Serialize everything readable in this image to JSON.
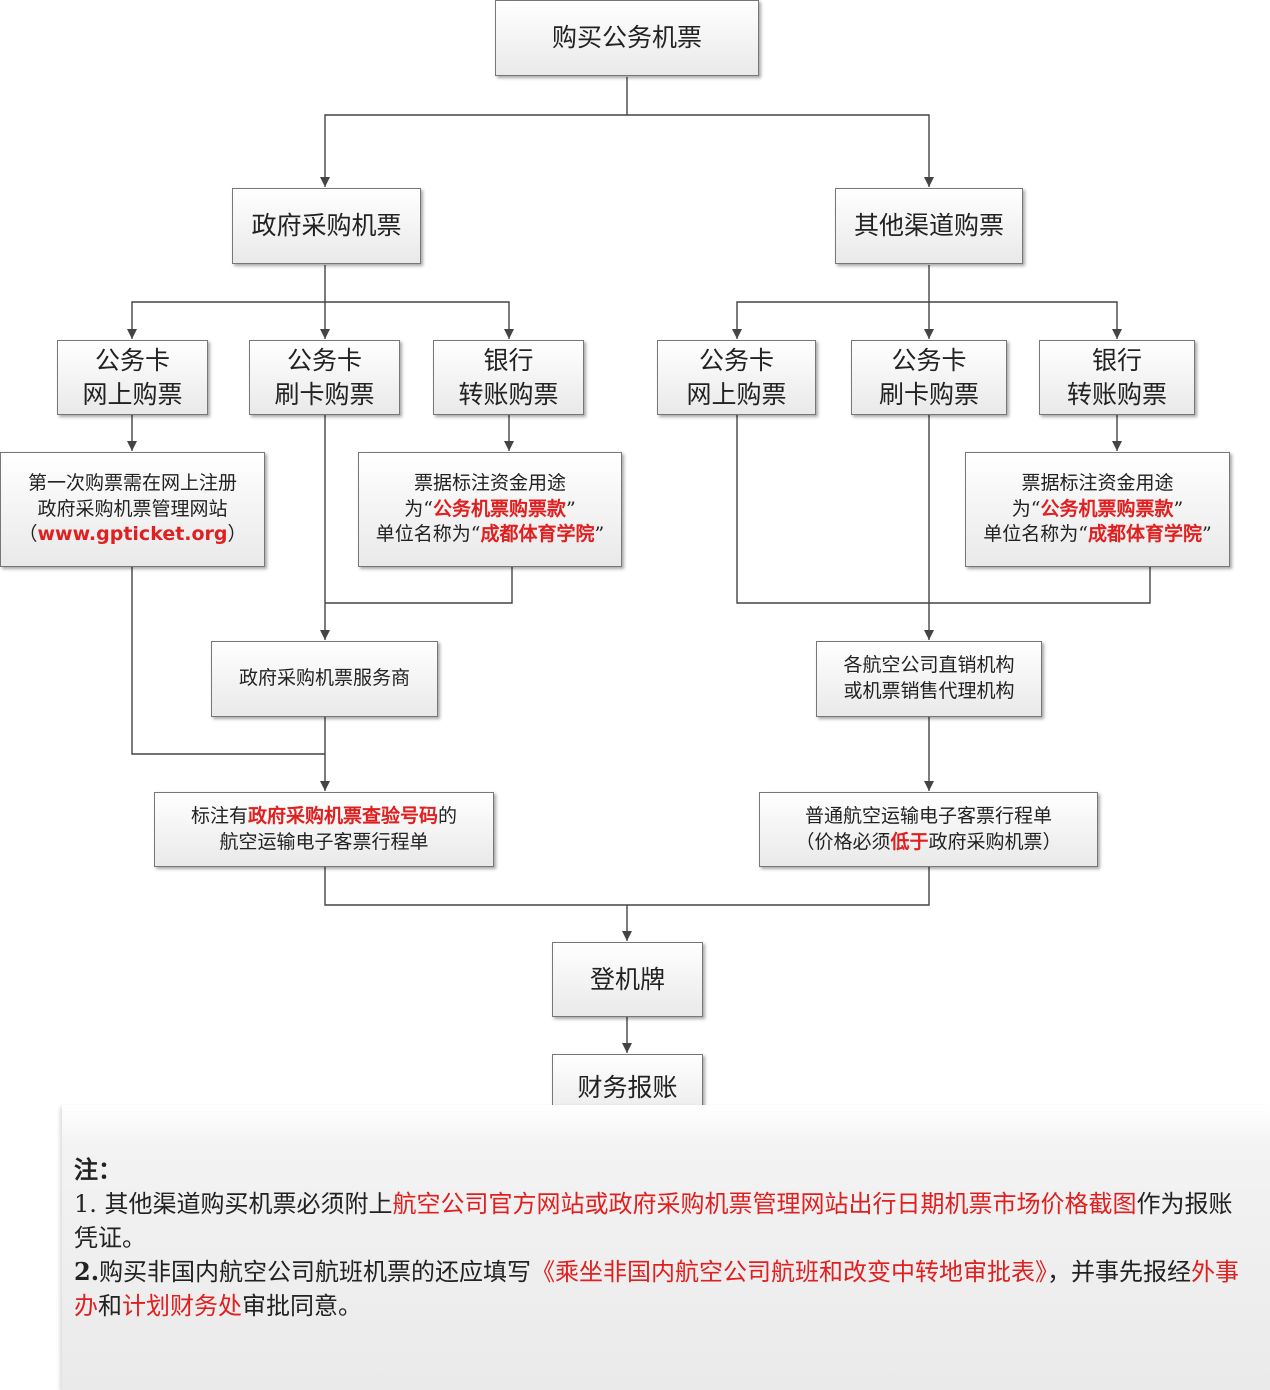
{
  "nodes": {
    "root": "购买公务机票",
    "gov": "政府采购机票",
    "other": "其他渠道购票",
    "gov_online": [
      "公务卡",
      "网上购票"
    ],
    "gov_swipe": [
      "公务卡",
      "刷卡购票"
    ],
    "gov_bank": [
      "银行",
      "转账购票"
    ],
    "oth_online": [
      "公务卡",
      "网上购票"
    ],
    "oth_swipe": [
      "公务卡",
      "刷卡购票"
    ],
    "oth_bank": [
      "银行",
      "转账购票"
    ],
    "register": {
      "line1": "第一次购票需在网上注册",
      "line2": "政府采购机票管理网站",
      "open": "（",
      "url": "www.gpticket.org",
      "close": "）"
    },
    "gov_remark": {
      "line1": "票据标注资金用途",
      "pre2": "为“",
      "red2": "公务机票购票款",
      "post2": "”",
      "pre3": "单位名称为“",
      "red3": "成都体育学院",
      "post3": "”"
    },
    "oth_remark": {
      "line1": "票据标注资金用途",
      "pre2": "为“",
      "red2": "公务机票购票款",
      "post2": "”",
      "pre3": "单位名称为“",
      "red3": "成都体育学院",
      "post3": "”"
    },
    "service": "政府采购机票服务商",
    "airline": [
      "各航空公司直销机构",
      "或机票销售代理机构"
    ],
    "gov_itinerary": {
      "pre1": "标注有",
      "red1": "政府采购机票查验号码",
      "post1": "的",
      "line2": "航空运输电子客票行程单"
    },
    "oth_itinerary": {
      "line1": "普通航空运输电子客票行程单",
      "pre2": "（价格必须",
      "red2": "低于",
      "post2": "政府采购机票）"
    },
    "boarding": "登机牌",
    "reimburse": "财务报账"
  },
  "note": {
    "title": "注：",
    "item1": {
      "prefix": "1. 其他渠道购买机票必须附上",
      "red": "航空公司官方网站或政府采购机票管理网站出行日期机票市场价格截图",
      "suffix": "作为报账凭证。"
    },
    "item2": {
      "num": "2.",
      "text1": "购买非国内航空公司航班机票的还应填写",
      "red1": "《乘坐非国内航空公司航班和改变中转地审批表》",
      "text2": "，并事先报经",
      "red2": "外事办",
      "text3": "和",
      "red3": "计划财务处",
      "text4": "审批同意。"
    }
  },
  "colors": {
    "highlight": "#e02020",
    "line": "#444444"
  }
}
